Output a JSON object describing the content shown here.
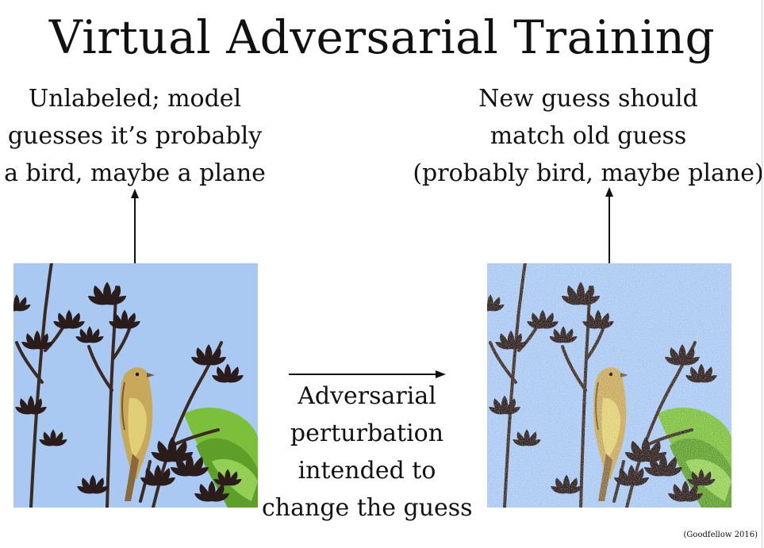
{
  "title": "Virtual Adversarial Training",
  "captions": {
    "left": [
      "Unlabeled; model",
      "guesses it’s probably",
      "a bird, maybe a plane"
    ],
    "right": [
      "New guess should",
      "match old guess",
      "(probably bird, maybe plane)"
    ],
    "middle": [
      "Adversarial",
      "perturbation",
      "intended to",
      "change the guess"
    ]
  },
  "citation": "(Goodfellow 2016)",
  "images": {
    "left": "bird-photo",
    "right": "perturbed-bird-photo"
  },
  "colors": {
    "sky": "#a9c8f2",
    "foliage": "#7bbf3a",
    "branches": "#3b2a22",
    "bird": "#c8a85a"
  }
}
